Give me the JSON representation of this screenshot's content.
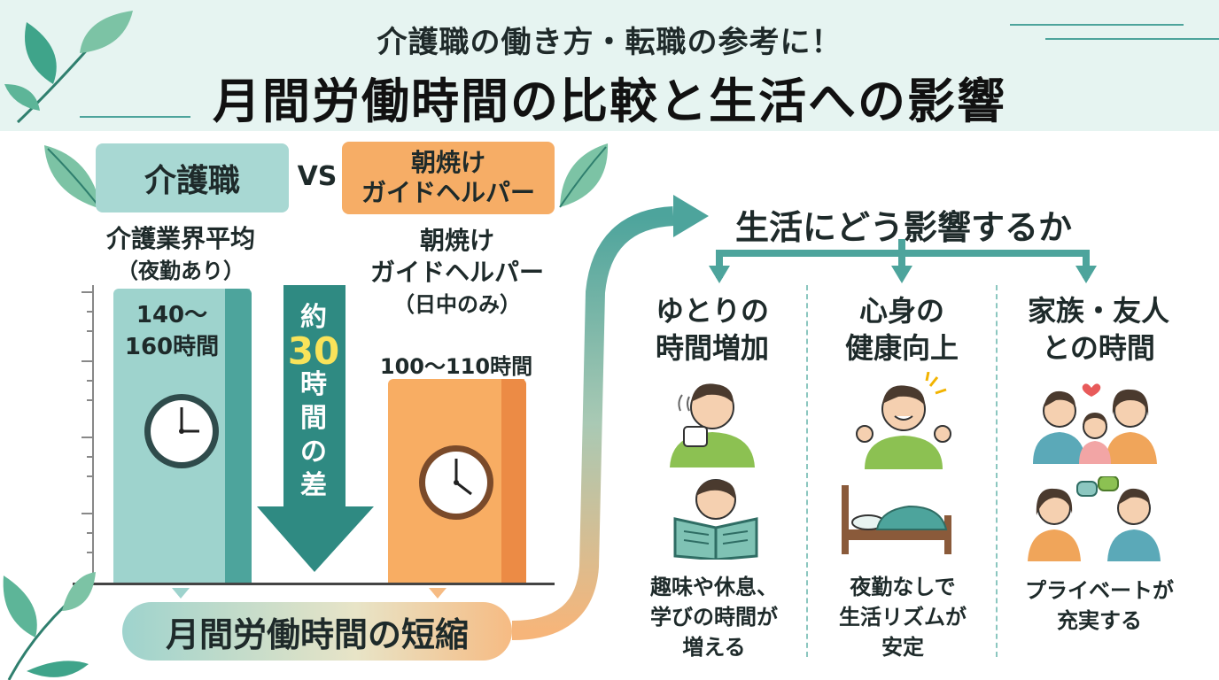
{
  "header": {
    "subtitle": "介護職の働き方・転職の参考に！",
    "title": "月間労働時間の比較と生活への影響"
  },
  "comparison": {
    "left_pill": "介護職",
    "vs": "VS",
    "right_pill_line1": "朝焼け",
    "right_pill_line2": "ガイドヘルパー"
  },
  "care_bar": {
    "label_line1": "介護業界平均",
    "label_line2": "（夜勤あり）",
    "value_line1": "140〜",
    "value_line2": "160時間",
    "min_hours": 140,
    "max_hours": 160
  },
  "guide_bar": {
    "label_line1": "朝焼け",
    "label_line2": "ガイドヘルパー",
    "label_line3": "（日中のみ）",
    "value": "100〜110時間",
    "min_hours": 100,
    "max_hours": 110
  },
  "difference": {
    "prefix": "約",
    "number": "30",
    "char1": "時",
    "char2": "間",
    "char3": "の",
    "char4": "差"
  },
  "shorten_label": "月間労働時間の短縮",
  "effects": {
    "title": "生活にどう影響するか",
    "columns": [
      {
        "head_line1": "ゆとりの",
        "head_line2": "時間増加",
        "desc_line1": "趣味や休息、",
        "desc_line2": "学びの時間が",
        "desc_line3": "増える"
      },
      {
        "head_line1": "心身の",
        "head_line2": "健康向上",
        "desc_line1": "夜勤なしで",
        "desc_line2": "生活リズムが",
        "desc_line3": "安定"
      },
      {
        "head_line1": "家族・友人",
        "head_line2": "との時間",
        "desc_line1": "プライベートが",
        "desc_line2": "充実する"
      }
    ]
  },
  "colors": {
    "teal": "#4da49c",
    "teal_light": "#9ed3cd",
    "orange": "#f8ad63",
    "orange_dark": "#ec8b45",
    "header_bg": "#e6f4f1",
    "arrow_dark": "#2f8a82",
    "highlight_yellow": "#f9e35a"
  }
}
